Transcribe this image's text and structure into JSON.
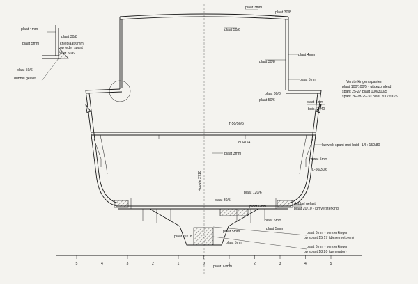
{
  "labels": {
    "plaat_3mm_top": "plaat 3mm",
    "plaat_30_8_top": "plaat 30/8",
    "plaat_50_6_top": "plaat 50/6",
    "plaat_4mm_right": "plaat 4mm",
    "plaat_30_8_mid": "plaat 30/8",
    "plaat_5mm_right": "plaat 5mm",
    "plaat_30_8_low": "plaat 30/8",
    "plaat_50_6_low": "plaat 50/6",
    "plaat_5mm_side": "plaat 5mm",
    "buis": "buis 60-40",
    "versterkingen_title": "Versterkingen spanten",
    "versterkingen_1": "plaat 100/100/5 - uitgezonderd",
    "versterkingen_2": "spant 25-27 plaat 100/300/5",
    "versterkingen_3": "spant 26-28-29-30 plaat 200/200/5",
    "t_profile": "T-50/50/5",
    "plaat_80_40_4": "80/40/4",
    "plaat_3mm_deck": "plaat 3mm",
    "laswerk": "laswerk spant met huid - L/l : 150/80",
    "plaat_5mm_bottom_side": "plaat 5mm",
    "l_profile": "L-50/30/6",
    "hoogte": "Hoogte 2710",
    "plaat_120_6": "plaat 120/6",
    "plaat_30_5": "plaat 30/5",
    "plaat_6mm": "plaat 6mm",
    "dubbel_gelast_r": "dubbel gelast",
    "plaat_20_10": "plaat 20/10 - kimversterking",
    "plaat_5mm_k1": "plaat 5mm",
    "plaat_5mm_k2": "plaat 5mm",
    "plaat_5mm_k3": "plaat 5mm",
    "plaat_5mm_k4": "plaat 5mm",
    "plaat_60_18": "plaat 60/18",
    "plaat_6mm_vs1_a": "plaat 6mm - versterkingen",
    "plaat_6mm_vs1_b": "op spant   15   17  (dieselmotoren)",
    "plaat_6mm_vs2_a": "plaat 6mm - versterkingen",
    "plaat_6mm_vs2_b": "op spant  18   20  (generator)",
    "plaat_12mm": "plaat 12mm"
  },
  "detail": {
    "plaat_4mm": "plaat 4mm",
    "plaat_30_8": "plaat 30/8",
    "plaat_5mm": "plaat 5mm",
    "knieplaat_1": "knieplaat 6mm",
    "knieplaat_2": "op ieder spant",
    "plaat_50_6": "plaat 50/6",
    "plaat_50_6_b": "plaat 50/6",
    "dubbel_gelast": "dubbel gelast"
  },
  "scale": [
    "5",
    "4",
    "3",
    "2",
    "1",
    "0",
    "1",
    "2",
    "3",
    "4",
    "5"
  ]
}
